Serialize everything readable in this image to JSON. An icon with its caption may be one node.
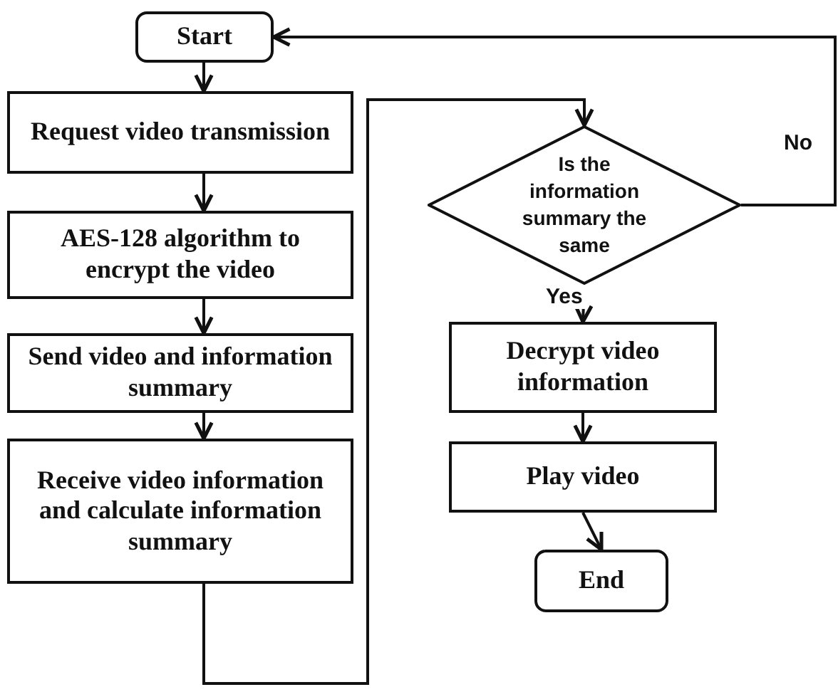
{
  "diagram": {
    "nodes": [
      {
        "text": [
          "Start"
        ]
      },
      {
        "text": [
          "Request video transmission"
        ]
      },
      {
        "text": [
          "AES-128 algorithm to encrypt the video"
        ]
      },
      {
        "text": [
          "Send video and information summary"
        ]
      },
      {
        "text": [
          "Receive video information and calculate information summary"
        ]
      },
      {
        "text": [
          "Is the information summary the same"
        ]
      },
      {
        "text": [
          "Decrypt video information"
        ]
      },
      {
        "text": [
          "Play video"
        ]
      },
      {
        "text": [
          "End"
        ]
      }
    ],
    "edges": [
      {
        "from": 0,
        "to": 1,
        "arrow": "to"
      },
      {
        "from": 1,
        "to": 2,
        "arrow": "to"
      },
      {
        "from": 2,
        "to": 3,
        "arrow": "to"
      },
      {
        "from": 3,
        "to": 4,
        "arrow": "to"
      },
      {
        "from": 4,
        "to": 5,
        "arrow": "to"
      },
      {
        "from": 5,
        "to": 6,
        "arrow": "to",
        "label": "Yes"
      },
      {
        "from": 5,
        "to": 0,
        "arrow": "to",
        "label": "No"
      },
      {
        "from": 6,
        "to": 7,
        "arrow": "to"
      },
      {
        "from": 7,
        "to": 8,
        "arrow": "to"
      }
    ]
  }
}
